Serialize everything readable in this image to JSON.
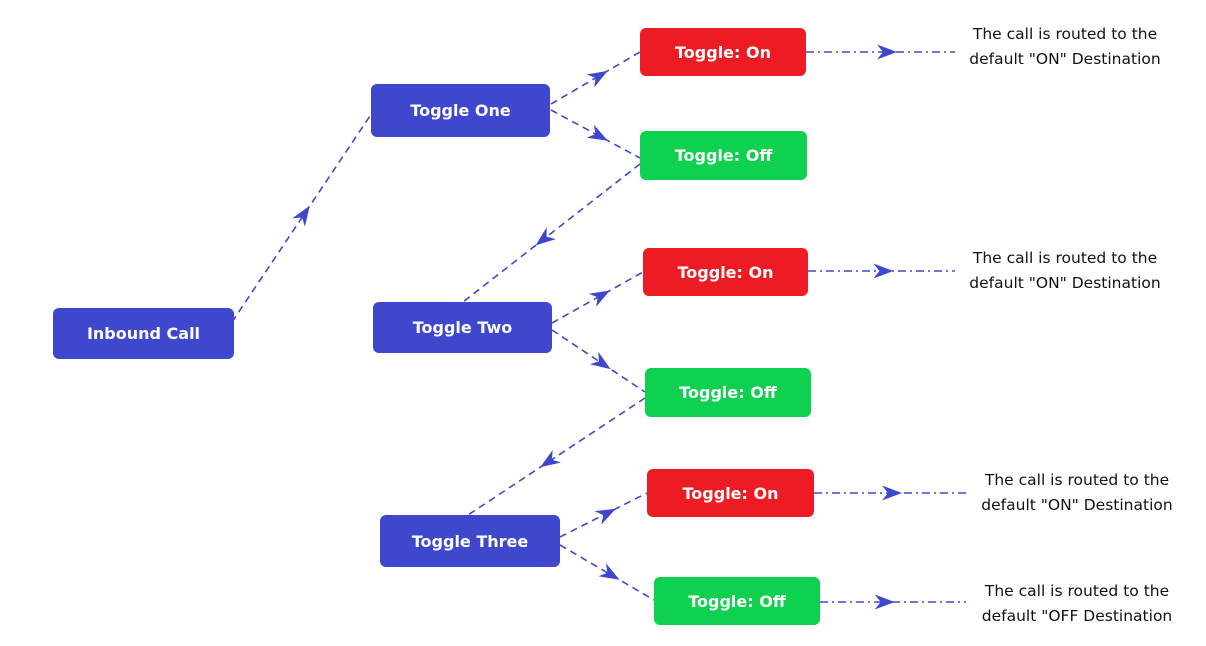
{
  "colors": {
    "primary": "#3f48cc",
    "on": "#ed1c24",
    "off": "#0fd150",
    "connector": "#3f48cc"
  },
  "nodes": {
    "inbound": "Inbound Call",
    "toggle_one": "Toggle One",
    "toggle_one_on": "Toggle: On",
    "toggle_one_off": "Toggle: Off",
    "toggle_two": "Toggle Two",
    "toggle_two_on": "Toggle: On",
    "toggle_two_off": "Toggle: Off",
    "toggle_three": "Toggle Three",
    "toggle_three_on": "Toggle: On",
    "toggle_three_off": "Toggle: Off"
  },
  "notes": {
    "one_on": {
      "line1": "The call is routed to the",
      "line2": "default \"ON\" Destination"
    },
    "two_on": {
      "line1": "The call is routed to the",
      "line2": "default \"ON\" Destination"
    },
    "three_on": {
      "line1": "The call is routed to the",
      "line2": "default \"ON\" Destination"
    },
    "three_off": {
      "line1": "The call is routed to the",
      "line2": "default \"OFF Destination"
    }
  }
}
